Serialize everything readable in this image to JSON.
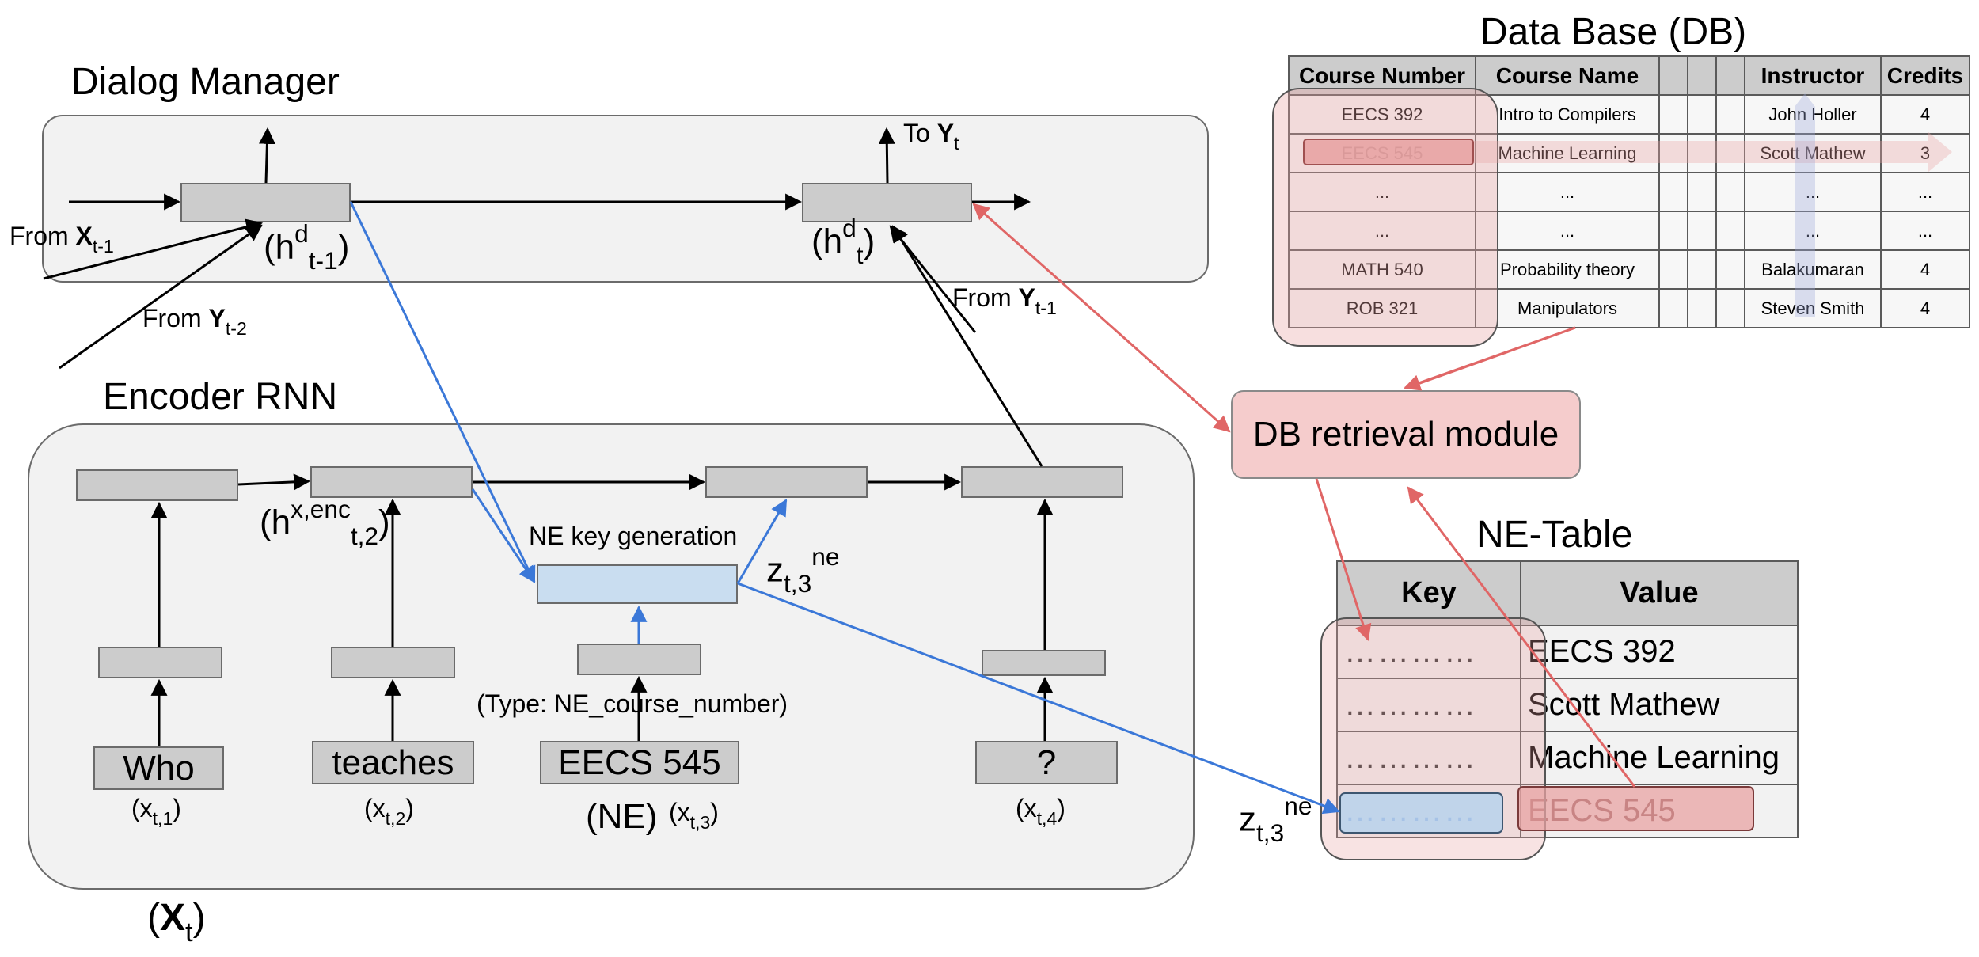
{
  "dialog_manager": {
    "title": "Dialog Manager",
    "prev_state": {
      "h": "(h",
      "sup": "d",
      "sub": "t-1",
      "close": ")"
    },
    "curr_state": {
      "h": "(h",
      "sup": "d",
      "sub": "t",
      "close": ")"
    },
    "to_y": {
      "prefix": "To ",
      "bold": "Y",
      "sub": "t"
    },
    "from_x": {
      "prefix": "From ",
      "bold": "X",
      "sub": "t-1"
    },
    "from_y_prev2": {
      "prefix": "From ",
      "bold": "Y",
      "sub": "t-2"
    },
    "from_y_prev1": {
      "prefix": "From ",
      "bold": "Y",
      "sub": "t-1"
    }
  },
  "encoder": {
    "title": "Encoder RNN",
    "h_enc": {
      "h": "(h",
      "sup": "x,enc",
      "sub": "t,2",
      "close": ")"
    },
    "ne_key_generation": "NE key generation",
    "z_label": {
      "z": "z",
      "sub": "t,3",
      "sup": "ne"
    },
    "type_label": "(Type: NE_course_number)",
    "words": [
      {
        "text": "Who",
        "var": "(x",
        "sub": "t,1",
        "close": ")"
      },
      {
        "text": "teaches",
        "var": "(x",
        "sub": "t,2",
        "close": ")"
      },
      {
        "text": "EECS 545",
        "var": "(x",
        "sub": "t,3",
        "close": ")"
      },
      {
        "text": "?",
        "var": "(x",
        "sub": "t,4",
        "close": ")"
      }
    ],
    "ne_tag": "(NE)",
    "x_t": {
      "open": "(",
      "bold": "X",
      "sub": "t",
      "close": ")"
    }
  },
  "database": {
    "title": "Data Base (DB)",
    "headers": [
      "Course Number",
      "Course Name",
      "",
      "",
      "",
      "Instructor",
      "Credits"
    ],
    "rows": [
      [
        "EECS 392",
        "Intro to Compilers",
        "",
        "",
        "",
        "John Holler",
        "4"
      ],
      [
        "EECS 545",
        "Machine Learning",
        "",
        "",
        "",
        "Scott Mathew",
        "3"
      ],
      [
        "...",
        "...",
        "",
        "",
        "",
        "...",
        "..."
      ],
      [
        "...",
        "...",
        "",
        "",
        "",
        "...",
        "..."
      ],
      [
        "MATH 540",
        "Probability theory",
        "",
        "",
        "",
        "Balakumaran",
        "4"
      ],
      [
        "ROB 321",
        "Manipulators",
        "",
        "",
        "",
        "Steven Smith",
        "4"
      ]
    ]
  },
  "retrieval_module": {
    "label": "DB retrieval module"
  },
  "ne_table": {
    "title": "NE-Table",
    "headers": [
      "Key",
      "Value"
    ],
    "rows": [
      [
        "…………",
        "EECS 392"
      ],
      [
        "…………",
        "Scott Mathew"
      ],
      [
        "…………",
        "Machine Learning"
      ],
      [
        "…………",
        "EECS 545"
      ]
    ],
    "z_label": {
      "z": "z",
      "sub": "t,3",
      "sup": "ne"
    }
  },
  "colors": {
    "blue_arrow": "#3b78d8",
    "red_arrow": "#e06666",
    "highlight_red": "#e8a3a3",
    "highlight_blue": "#b4d2ee"
  }
}
